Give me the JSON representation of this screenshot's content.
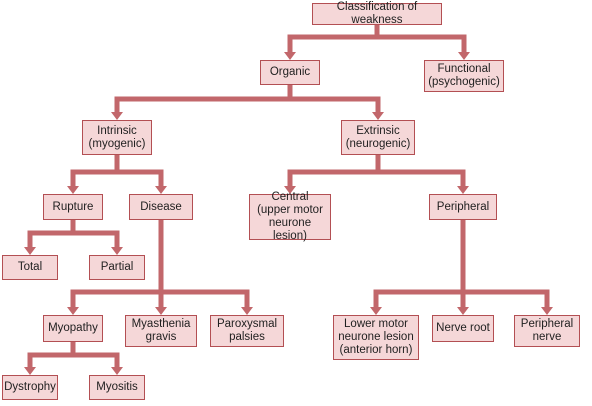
{
  "colors": {
    "node_fill": "#f5d7d8",
    "node_border": "#b34f53",
    "connector": "#c2676b"
  },
  "nodes": {
    "classification": "Classification of weakness",
    "organic": "Organic",
    "functional": "Functional\n(psychogenic)",
    "intrinsic": "Intrinsic\n(myogenic)",
    "extrinsic": "Extrinsic\n(neurogenic)",
    "rupture": "Rupture",
    "disease": "Disease",
    "central": "Central\n(upper motor\nneurone lesion)",
    "peripheral": "Peripheral",
    "total": "Total",
    "partial": "Partial",
    "myopathy": "Myopathy",
    "myasthenia_gravis": "Myasthenia\ngravis",
    "paroxysmal_palsies": "Paroxysmal\npalsies",
    "lower_motor_neurone": "Lower motor\nneurone lesion\n(anterior horn)",
    "nerve_root": "Nerve root",
    "peripheral_nerve": "Peripheral\nnerve",
    "dystrophy": "Dystrophy",
    "myositis": "Myositis"
  }
}
